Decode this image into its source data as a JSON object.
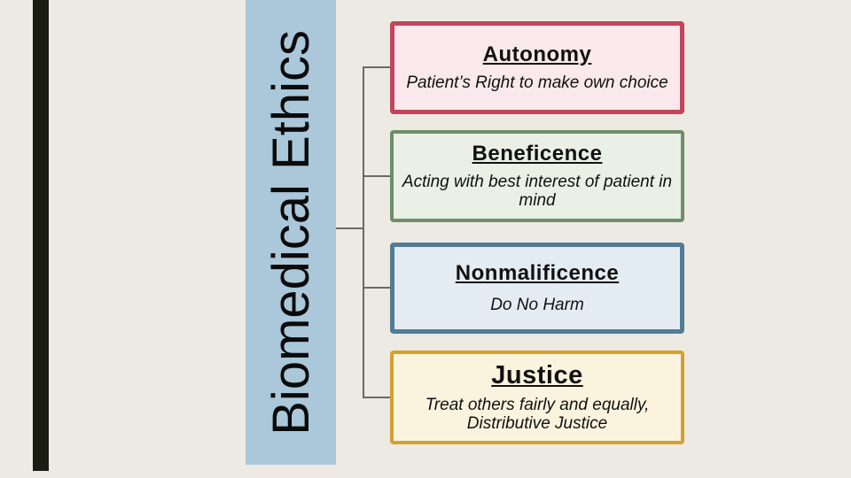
{
  "slide": {
    "vertical_title": "Biomedical Ethics",
    "colors": {
      "background": "#edeae3",
      "accent_bar": "#1c1d12",
      "title_panel": "#abc7da",
      "connector": "#6a6a64"
    },
    "diagram": {
      "type": "hierarchy",
      "root": "Biomedical Ethics",
      "nodes": [
        {
          "title": "Autonomy",
          "body": "Patient’s Right to make own choice",
          "fill": "#f9e8ec",
          "border": "#c2455c"
        },
        {
          "title": "Beneficence",
          "body": "Acting with best interest of patient in\nmind",
          "fill": "#eaf0e6",
          "border": "#6d8e69"
        },
        {
          "title": "Nonmalificence",
          "body": "Do No Harm",
          "fill": "#e4ecf3",
          "border": "#527c96"
        },
        {
          "title": "Justice",
          "body": "Treat others fairly and equally,\nDistributive Justice",
          "fill": "#faf3de",
          "border": "#d4a02f"
        }
      ]
    }
  }
}
